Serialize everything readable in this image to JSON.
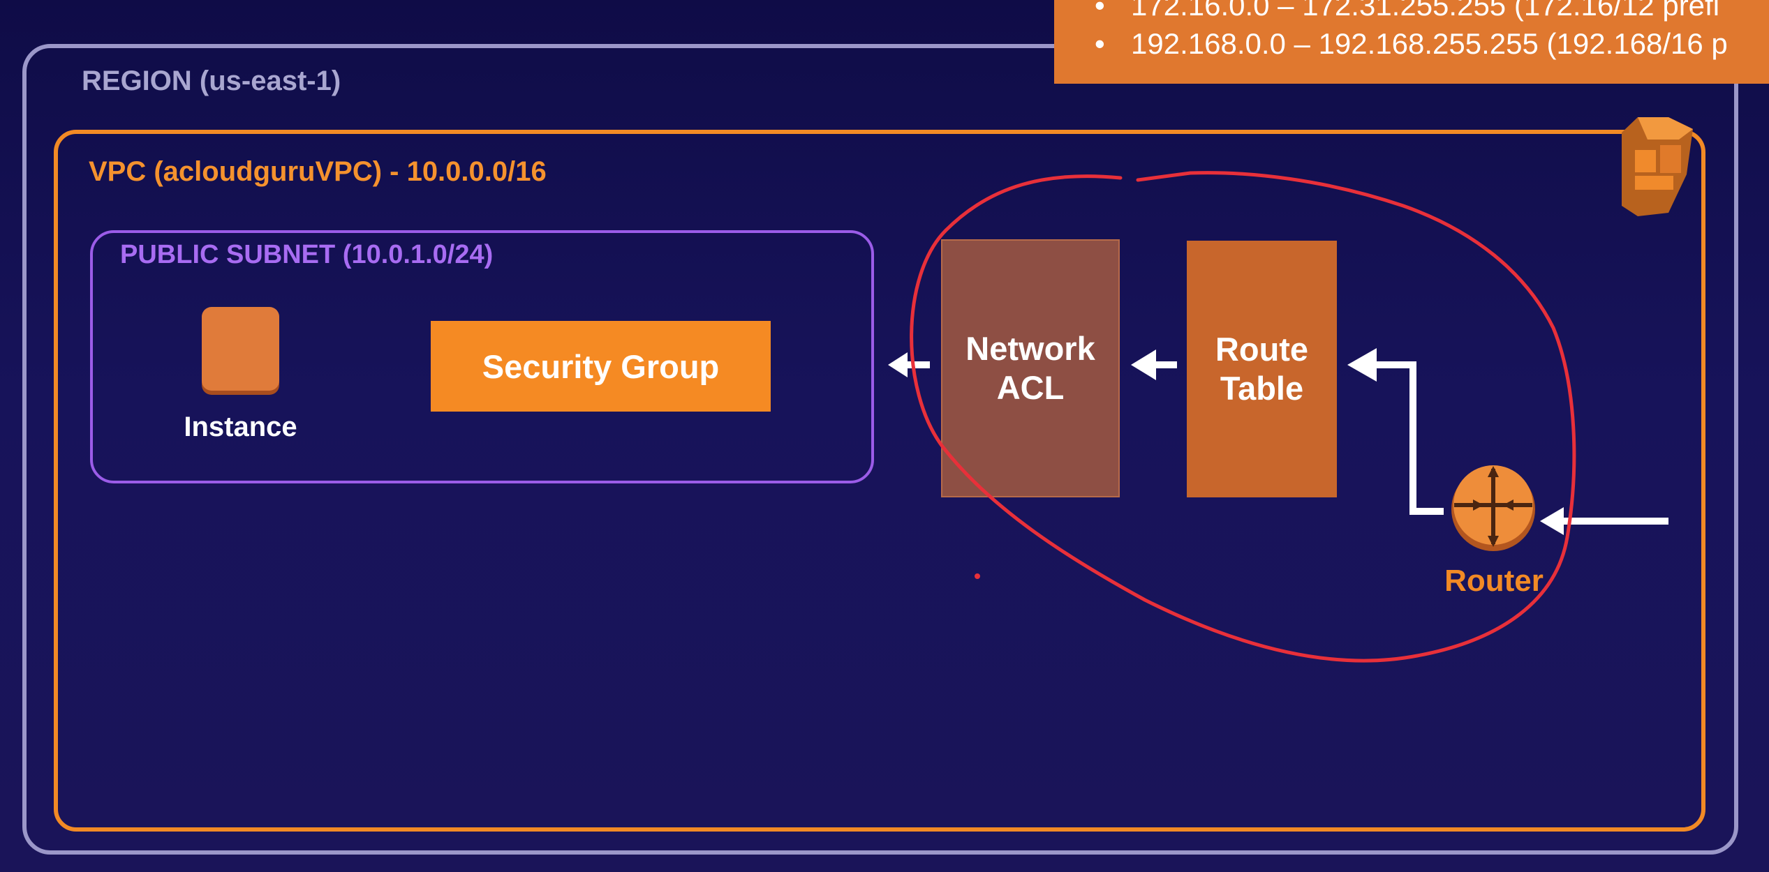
{
  "banner": {
    "items": [
      "172.16.0.0 – 172.31.255.255 (172.16/12 prefi",
      "192.168.0.0 – 192.168.255.255 (192.168/16 p"
    ]
  },
  "region": {
    "label": "REGION (us-east-1)"
  },
  "vpc": {
    "label": "VPC (acloudguruVPC) - 10.0.0.0/16"
  },
  "subnet": {
    "label": "PUBLIC SUBNET (10.0.1.0/24)",
    "instance_label": "Instance",
    "security_group_label": "Security Group"
  },
  "network_acl": {
    "line1": "Network",
    "line2": "ACL"
  },
  "route_table": {
    "line1": "Route",
    "line2": "Table"
  },
  "router": {
    "label": "Router"
  },
  "icons": {
    "aws_vpc": "aws-vpc-icon",
    "router": "router-icon",
    "arrow": "arrow-left-icon"
  },
  "colors": {
    "background": "#120e4e",
    "region_border": "#9b97c9",
    "vpc_border": "#f28a25",
    "subnet_border": "#9b5ce8",
    "security_group": "#f58a23",
    "network_acl": "#8e4f44",
    "route_table": "#c8662c",
    "banner": "#e0782f",
    "annotation": "#e8303a"
  }
}
